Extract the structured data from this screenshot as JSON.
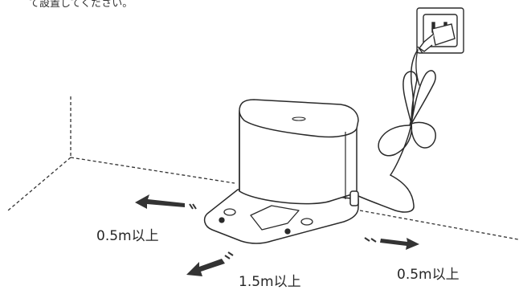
{
  "instruction_text": "て設置してください。",
  "clearances": {
    "left": "0.5m以上",
    "front": "1.5m以上",
    "right": "0.5m以上"
  },
  "icons": {
    "dock": "charging-dock-icon",
    "outlet": "wall-outlet-icon",
    "plug": "power-plug-icon",
    "cable": "power-cable-icon",
    "arrows": "arrow-icon"
  },
  "colors": {
    "line": "#2a2a2a",
    "arrow": "#333333",
    "background": "#ffffff"
  }
}
